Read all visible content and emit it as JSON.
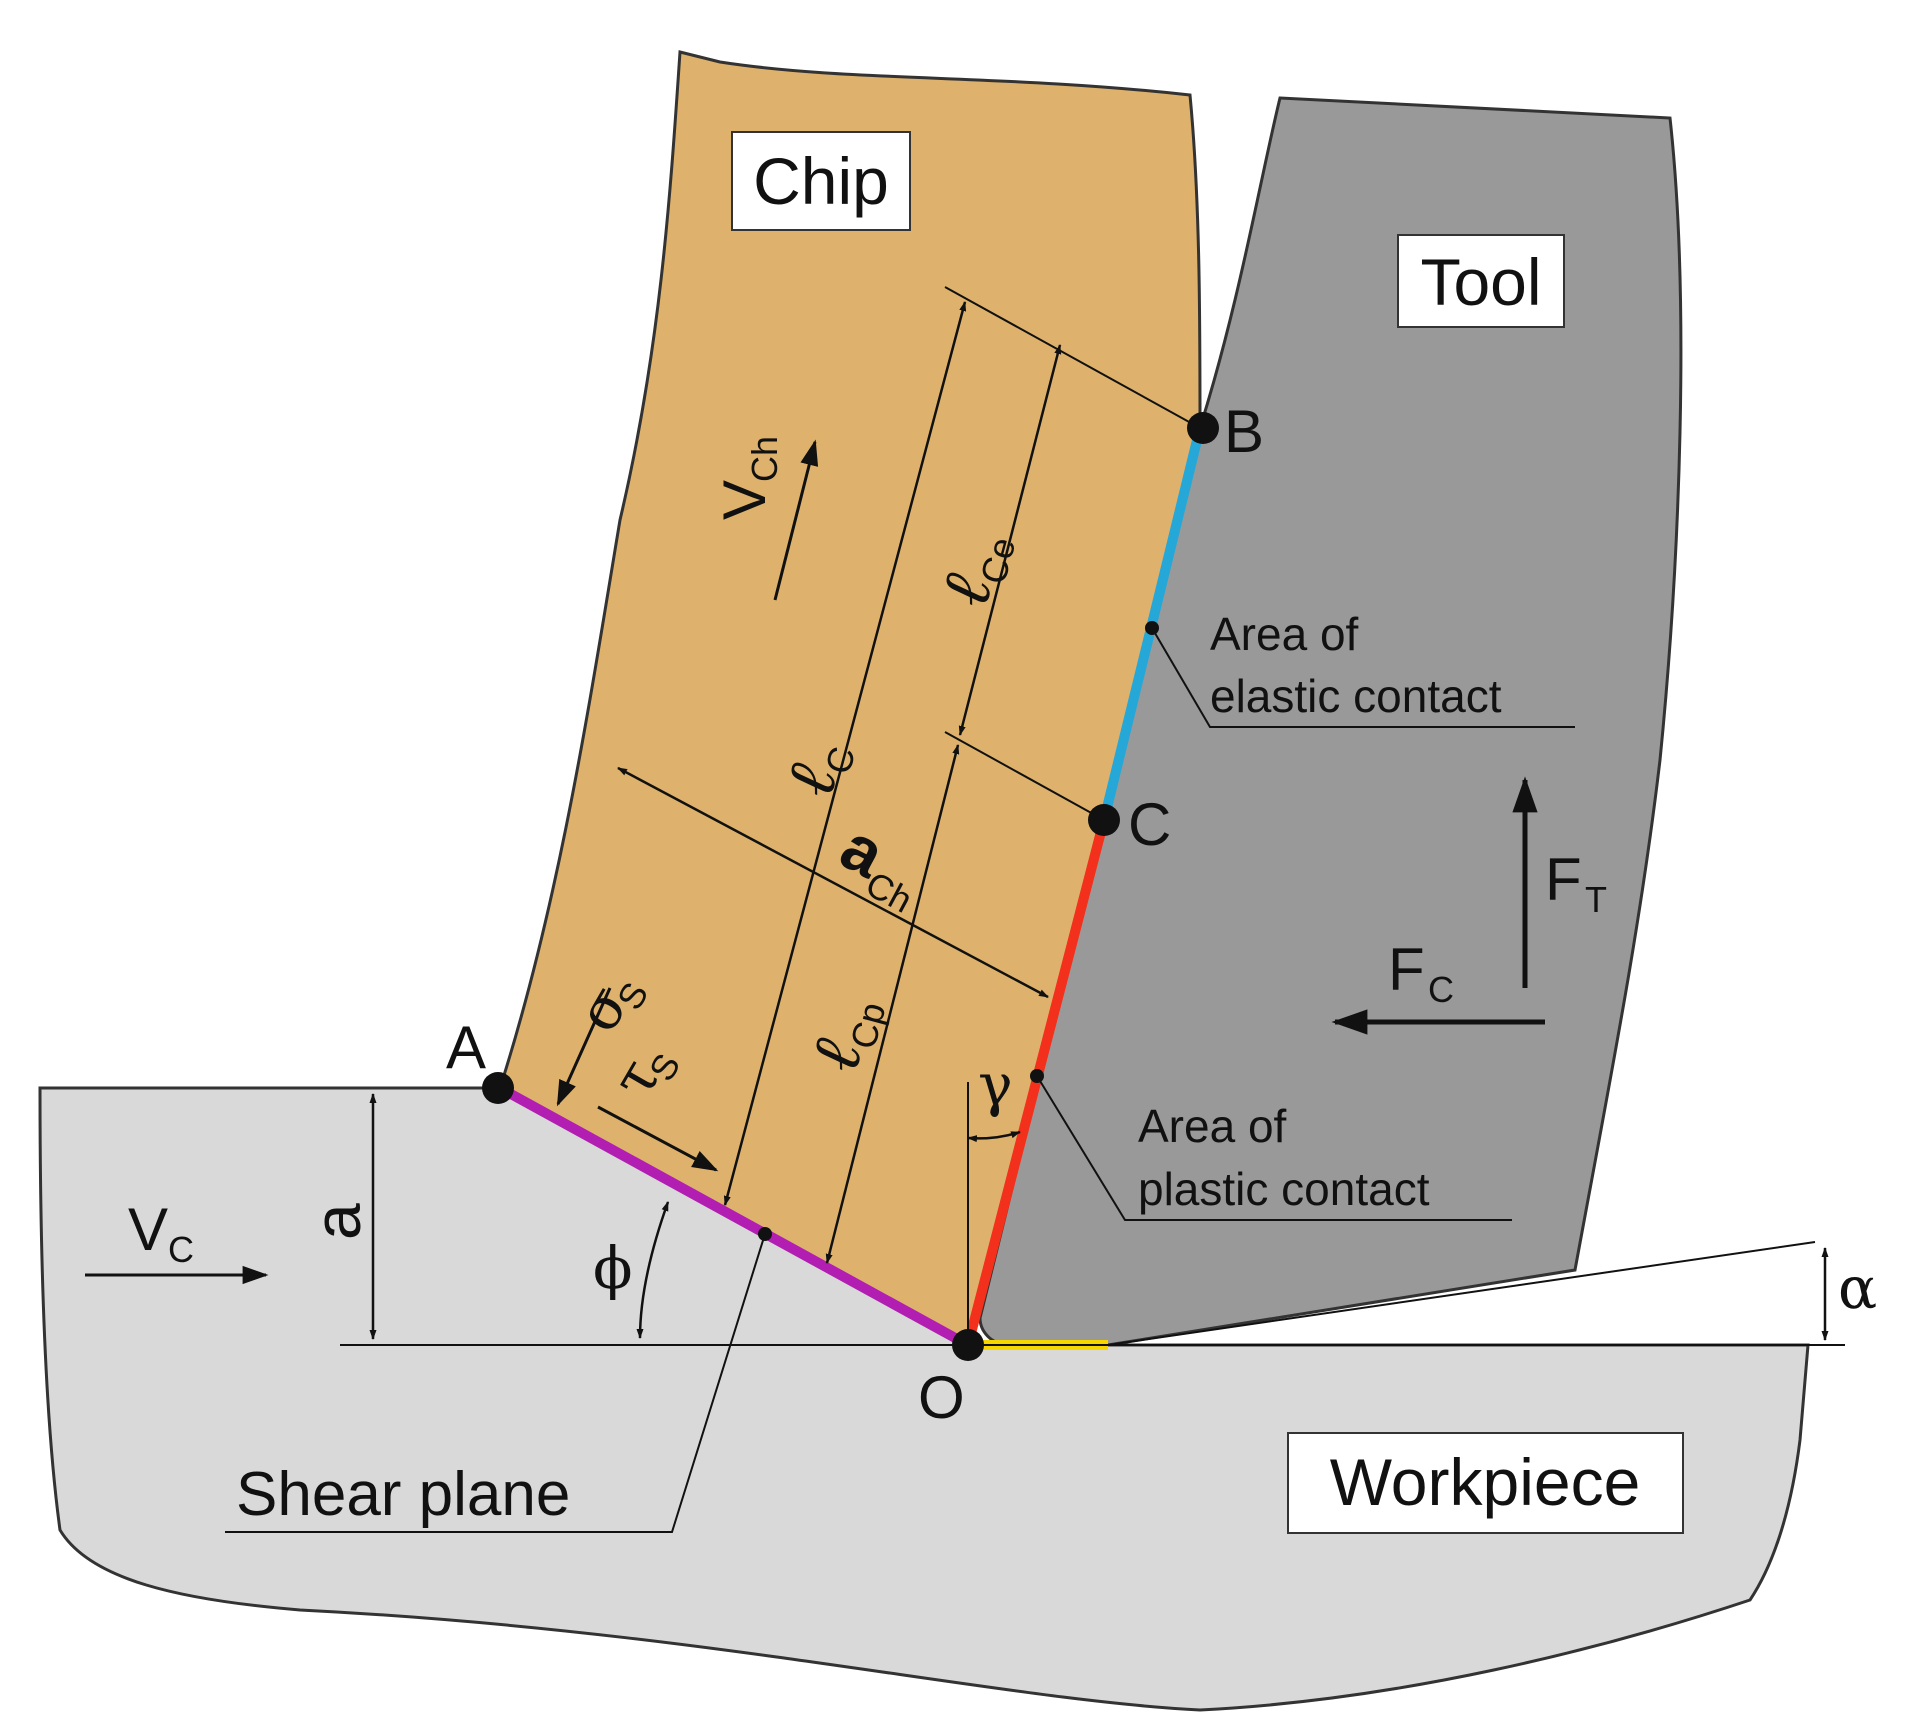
{
  "regions": {
    "chip": "Chip",
    "tool": "Tool",
    "workpiece": "Workpiece"
  },
  "points": {
    "a": "A",
    "b": "B",
    "c": "C",
    "o": "O"
  },
  "symbols": {
    "v": "V",
    "v_ch_sub": "Ch",
    "v_c_sub": "C",
    "ell": "ℓ",
    "l_c_sub": "C",
    "l_ce_sub": "Ce",
    "l_cp_sub": "Cp",
    "a_ch_main": "a",
    "a_ch_sub": "Ch",
    "f": "F",
    "f_t_sub": "T",
    "f_c_sub": "C",
    "sigma": "σ",
    "sigma_sub": "S",
    "tau": "τ",
    "tau_sub": "S",
    "depth": "a",
    "phi": "ϕ",
    "gamma": "γ",
    "alpha": "α"
  },
  "annotations": {
    "elastic_line1": "Area of",
    "elastic_line2": "elastic contact",
    "plastic_line1": "Area of",
    "plastic_line2": "plastic contact",
    "shear_plane": "Shear plane"
  },
  "colors": {
    "chip_fill": "#deb26c",
    "tool_fill": "#999999",
    "workpiece_fill": "#d9d9d9",
    "shear_plane_line": "#b21db2",
    "plastic_contact_line": "#f2301c",
    "elastic_contact_line": "#25a8d8",
    "flank_contact_line": "#f7d600",
    "outline": "#333333"
  }
}
